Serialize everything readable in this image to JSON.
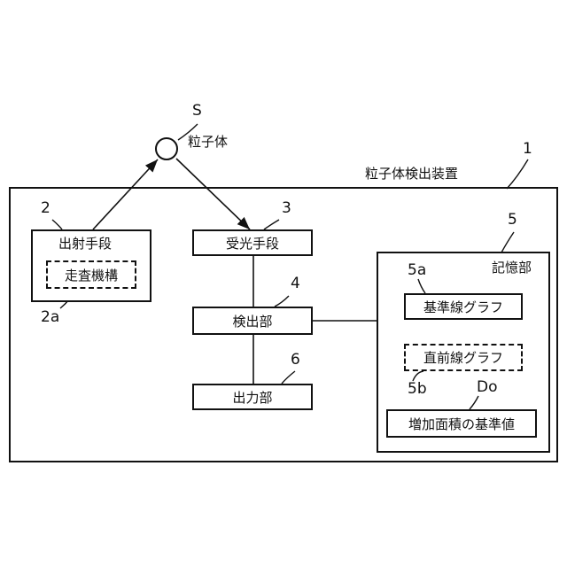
{
  "particle": {
    "symbol": "S",
    "label": "粒子体"
  },
  "device": {
    "label": "粒子体検出装置",
    "ref": "1"
  },
  "emitter": {
    "ref": "2",
    "label": "出射手段",
    "scanner": {
      "ref": "2a",
      "label": "走査機構"
    }
  },
  "receiver": {
    "ref": "3",
    "label": "受光手段"
  },
  "detector": {
    "ref": "4",
    "label": "検出部"
  },
  "output": {
    "ref": "6",
    "label": "出力部"
  },
  "storage": {
    "ref": "5",
    "label": "記憶部",
    "baseline": {
      "ref": "5a",
      "label": "基準線グラフ"
    },
    "previous": {
      "ref": "5b",
      "label": "直前線グラフ"
    },
    "reference": {
      "ref": "Do",
      "label": "増加面積の基準値"
    }
  }
}
